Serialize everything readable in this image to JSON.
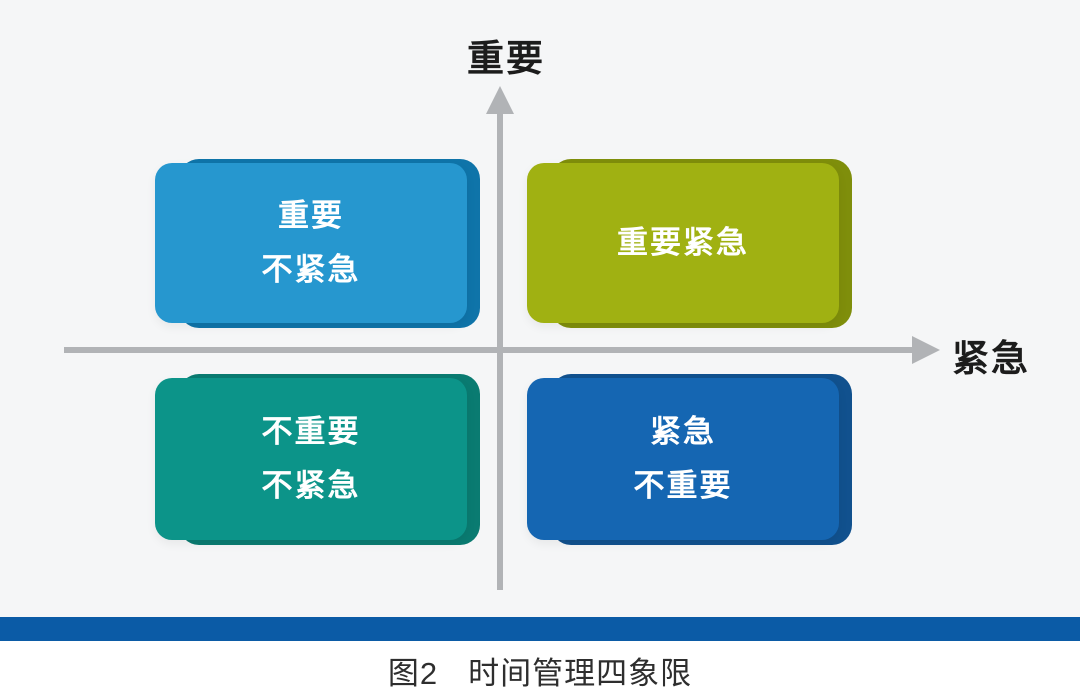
{
  "axes": {
    "vertical_label": "重要",
    "horizontal_label": "紧急",
    "axis_color": "#b1b3b6"
  },
  "quadrants": {
    "top_left": {
      "lines": [
        "重要",
        "不紧急"
      ],
      "color": "#2697cf",
      "side_color": "#0f74a9"
    },
    "top_right": {
      "lines": [
        "重要紧急"
      ],
      "color": "#a0b112",
      "side_color": "#7f8e0b"
    },
    "bottom_left": {
      "lines": [
        "不重要",
        "不紧急"
      ],
      "color": "#0c9489",
      "side_color": "#0a7b71"
    },
    "bottom_right": {
      "lines": [
        "紧急",
        "不重要"
      ],
      "color": "#1566b2",
      "side_color": "#11518e"
    }
  },
  "caption": {
    "figure_label": "图2",
    "title": "时间管理四象限"
  },
  "colors": {
    "background": "#f5f6f7",
    "divider_bar": "#0b5ba6",
    "caption_area_background": "#ffffff",
    "box_text": "#ffffff",
    "axis_label_text": "#1c1c1c"
  }
}
